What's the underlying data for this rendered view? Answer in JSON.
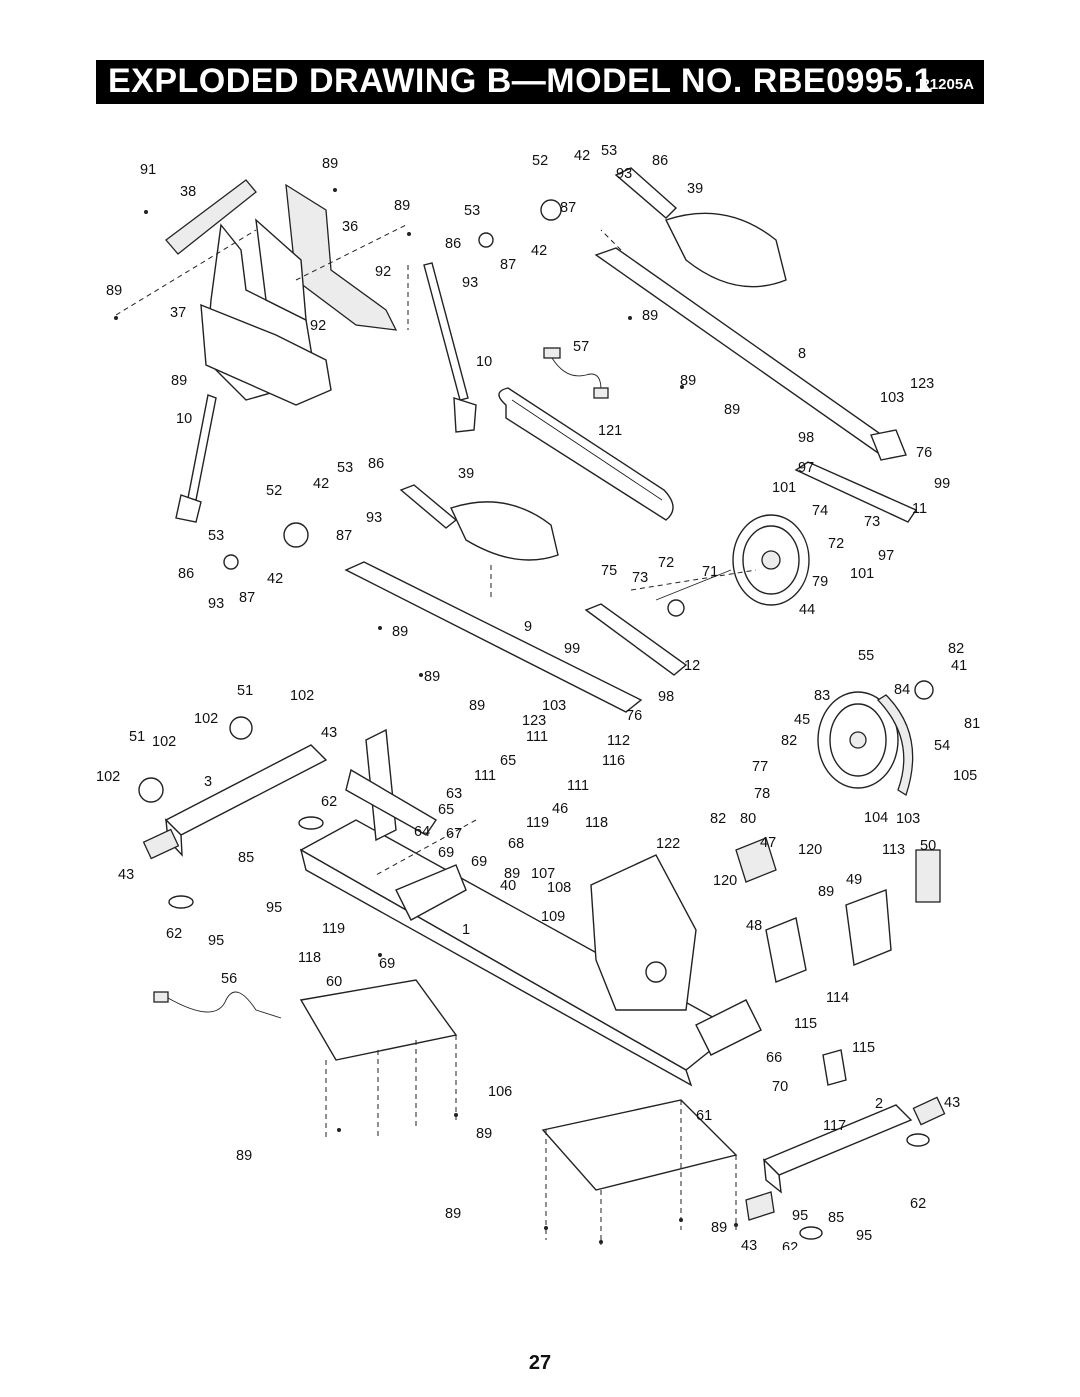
{
  "header": {
    "title": "EXPLODED DRAWING B—MODEL NO. RBE0995.1",
    "code": "R1205A"
  },
  "page_number": "27",
  "labels": [
    "91",
    "89",
    "38",
    "36",
    "89",
    "92",
    "37",
    "92",
    "89",
    "10",
    "89",
    "10",
    "52",
    "42",
    "53",
    "86",
    "93",
    "39",
    "87",
    "53",
    "86",
    "93",
    "87",
    "42",
    "89",
    "57",
    "8",
    "89",
    "89",
    "103",
    "123",
    "98",
    "76",
    "97",
    "99",
    "101",
    "11",
    "74",
    "73",
    "72",
    "97",
    "101",
    "79",
    "44",
    "121",
    "53",
    "86",
    "52",
    "42",
    "39",
    "93",
    "87",
    "53",
    "86",
    "93",
    "87",
    "42",
    "89",
    "9",
    "89",
    "75",
    "73",
    "72",
    "71",
    "99",
    "12",
    "89",
    "103",
    "98",
    "123",
    "76",
    "111",
    "112",
    "116",
    "51",
    "102",
    "102",
    "51",
    "102",
    "43",
    "102",
    "3",
    "62",
    "65",
    "111",
    "111",
    "63",
    "65",
    "46",
    "64",
    "67",
    "68",
    "119",
    "118",
    "69",
    "69",
    "122",
    "85",
    "43",
    "89",
    "107",
    "95",
    "62",
    "95",
    "40",
    "108",
    "109",
    "1",
    "119",
    "118",
    "69",
    "56",
    "60",
    "106",
    "89",
    "89",
    "61",
    "55",
    "82",
    "41",
    "83",
    "84",
    "45",
    "81",
    "82",
    "54",
    "77",
    "105",
    "78",
    "82",
    "80",
    "104",
    "103",
    "47",
    "120",
    "113",
    "50",
    "120",
    "49",
    "89",
    "48",
    "114",
    "115",
    "115",
    "66",
    "70",
    "2",
    "43",
    "117",
    "62",
    "89",
    "85",
    "43",
    "62",
    "95",
    "89",
    "95"
  ]
}
